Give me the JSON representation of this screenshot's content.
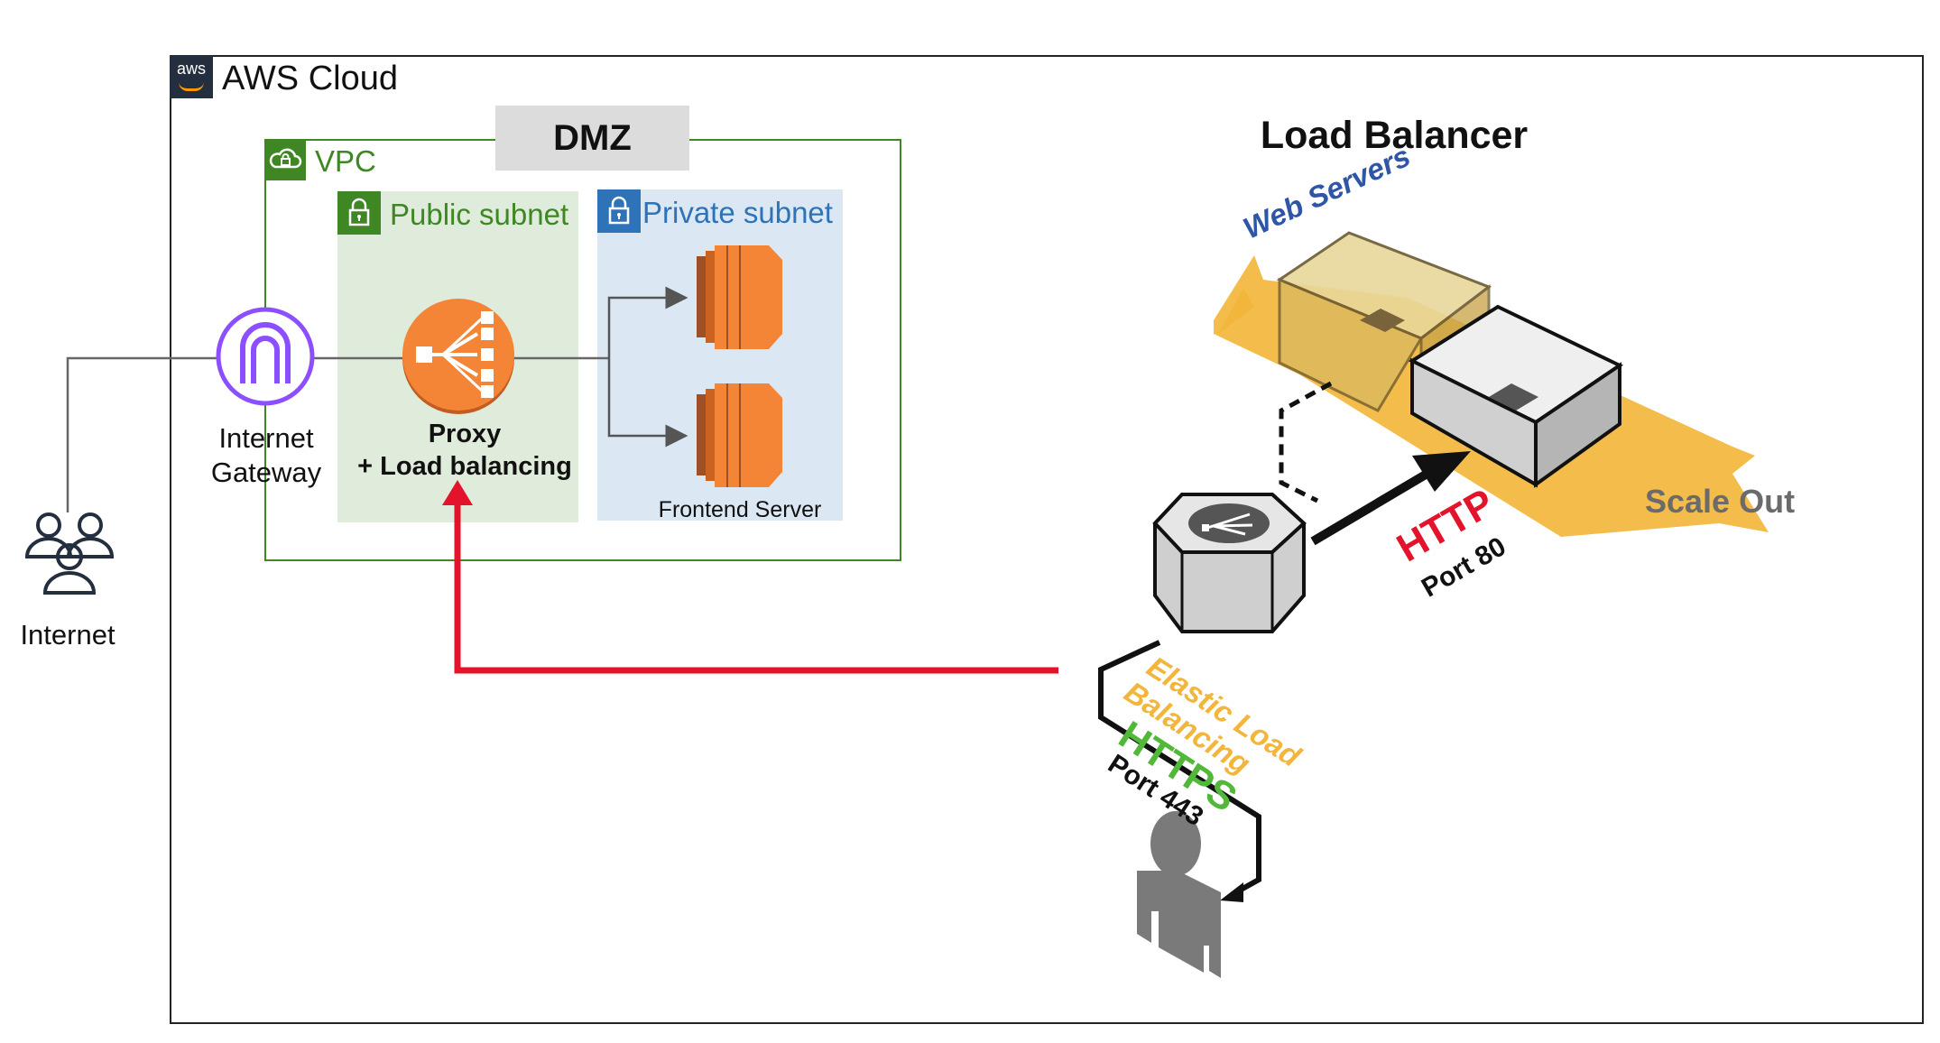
{
  "aws_cloud": {
    "title": "AWS Cloud",
    "logo_text": "aws"
  },
  "vpc": {
    "title": "VPC"
  },
  "dmz": {
    "label": "DMZ"
  },
  "public_subnet": {
    "title": "Public subnet"
  },
  "private_subnet": {
    "title": "Private subnet"
  },
  "internet_gateway": {
    "line1": "Internet",
    "line2": "Gateway"
  },
  "proxy": {
    "line1": "Proxy",
    "line2": "+ Load balancing"
  },
  "frontend": {
    "label": "Frontend Server"
  },
  "internet": {
    "label": "Internet"
  },
  "load_balancer": {
    "title": "Load Balancer",
    "web_servers": "Web Servers",
    "scale_out": "Scale Out",
    "http": "HTTP",
    "port_80": "Port 80",
    "elb_line1": "Elastic Load",
    "elb_line2": "Balancing",
    "https": "HTTPS",
    "port_443": "Port 443"
  },
  "colors": {
    "aws_dark": "#232f3e",
    "aws_orange": "#ff9900",
    "vpc_green": "#3f8624",
    "private_blue": "#2e73b8",
    "igw_purple": "#8c4fff",
    "ec2_orange": "#f58536",
    "red_arrow": "#e3132c",
    "scale_band": "#f3b63c",
    "https_green": "#52b83a"
  },
  "icons": [
    "aws-logo",
    "cloud-lock-icon",
    "lock-icon",
    "internet-gateway-icon",
    "load-balancer-icon",
    "ec2-instance-icon",
    "users-icon",
    "person-icon"
  ]
}
